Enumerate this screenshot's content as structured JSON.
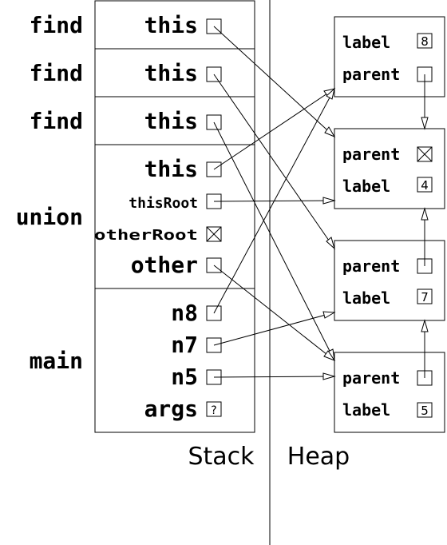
{
  "frames": [
    {
      "method": "find",
      "vars": [
        {
          "name": "this",
          "value": ""
        }
      ]
    },
    {
      "method": "find",
      "vars": [
        {
          "name": "this",
          "value": ""
        }
      ]
    },
    {
      "method": "find",
      "vars": [
        {
          "name": "this",
          "value": ""
        }
      ]
    },
    {
      "method": "union",
      "vars": [
        {
          "name": "this",
          "value": ""
        },
        {
          "name": "thisRoot",
          "value": ""
        },
        {
          "name": "otherRoot",
          "value": ""
        },
        {
          "name": "other",
          "value": ""
        }
      ]
    },
    {
      "method": "main",
      "vars": [
        {
          "name": "n8",
          "value": ""
        },
        {
          "name": "n7",
          "value": ""
        },
        {
          "name": "n5",
          "value": ""
        },
        {
          "name": "args",
          "value": "?"
        }
      ]
    }
  ],
  "heap": [
    {
      "fields": [
        {
          "name": "label",
          "value": "8"
        },
        {
          "name": "parent",
          "value": ""
        }
      ]
    },
    {
      "fields": [
        {
          "name": "parent",
          "value": ""
        },
        {
          "name": "label",
          "value": "4"
        }
      ]
    },
    {
      "fields": [
        {
          "name": "parent",
          "value": ""
        },
        {
          "name": "label",
          "value": "7"
        }
      ]
    },
    {
      "fields": [
        {
          "name": "parent",
          "value": ""
        },
        {
          "name": "label",
          "value": "5"
        }
      ]
    }
  ],
  "section_labels": {
    "stack": "Stack",
    "heap": "Heap"
  }
}
